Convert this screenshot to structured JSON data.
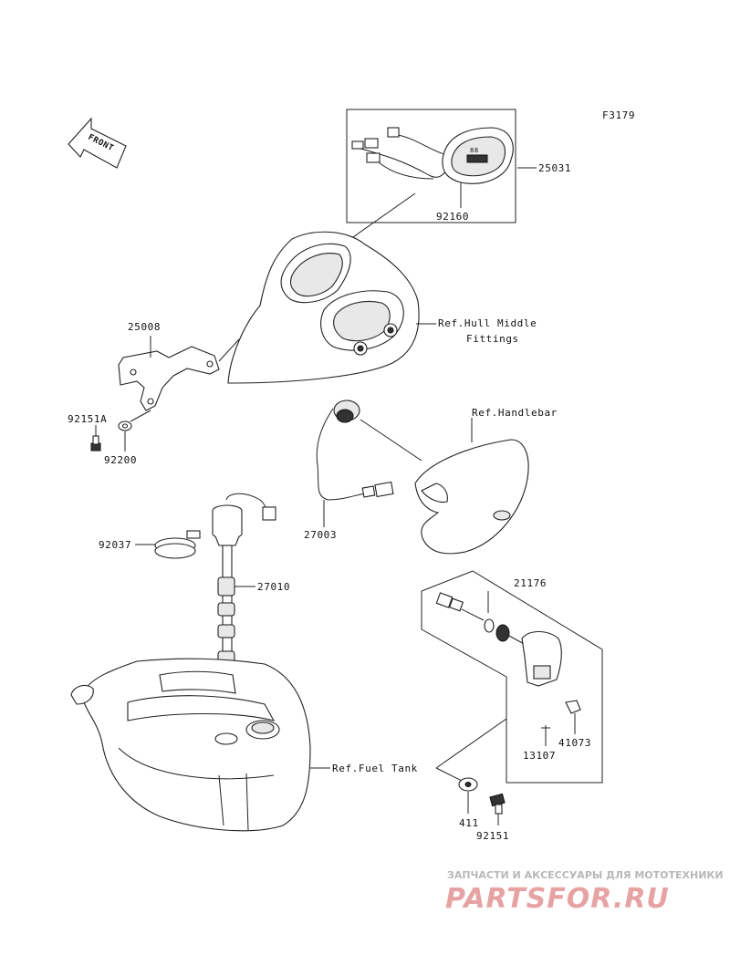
{
  "figure_code": "F3179",
  "front_label": "FRONT",
  "labels": {
    "p25031": "25031",
    "p92160": "92160",
    "ref_hull_1": "Ref.Hull Middle",
    "ref_hull_2": "Fittings",
    "p25008": "25008",
    "p92151a": "92151A",
    "p92200": "92200",
    "ref_handlebar": "Ref.Handlebar",
    "p27003": "27003",
    "p92037": "92037",
    "p27010": "27010",
    "p21176": "21176",
    "p41073": "41073",
    "p13107": "13107",
    "ref_fuel_tank": "Ref.Fuel Tank",
    "p411": "411",
    "p92151": "92151"
  },
  "watermark": {
    "tagline": "ЗАПЧАСТИ И АКСЕССУАРЫ ДЛЯ МОТОТЕХНИКИ",
    "brand": "PARTSFOR.RU"
  }
}
